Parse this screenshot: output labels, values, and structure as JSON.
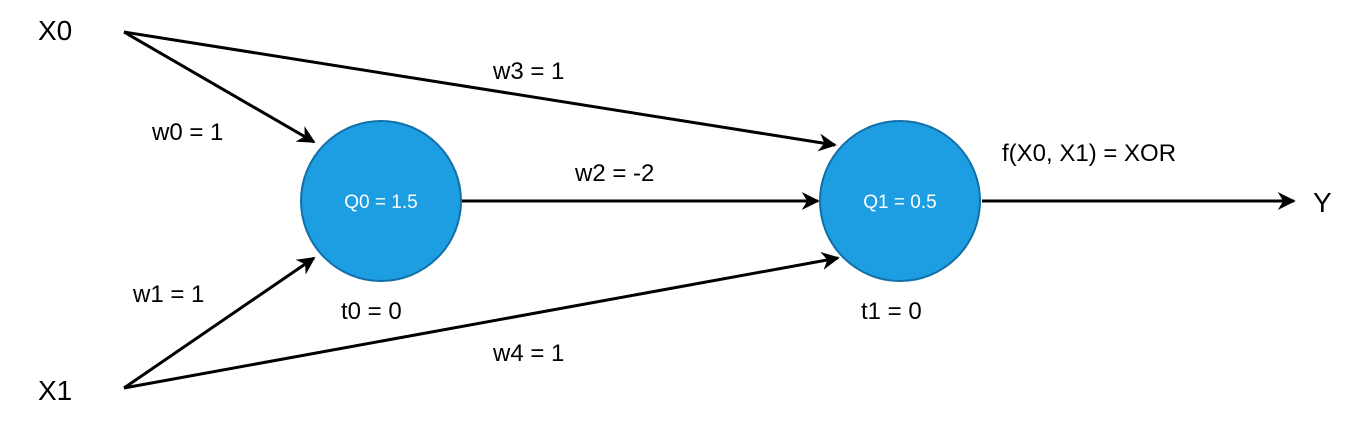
{
  "diagram": {
    "inputs": {
      "x0": "X0",
      "x1": "X1"
    },
    "output": "Y",
    "function_label": "f(X0, X1) = XOR",
    "nodes": {
      "q0": {
        "label": "Q0 = 1.5",
        "threshold_label": "t0 = 0"
      },
      "q1": {
        "label": "Q1 = 0.5",
        "threshold_label": "t1 = 0"
      }
    },
    "weights": {
      "w0": "w0 = 1",
      "w1": "w1 = 1",
      "w2": "w2 = -2",
      "w3": "w3 = 1",
      "w4": "w4 = 1"
    },
    "colors": {
      "node_fill": "#1d9de2",
      "node_stroke": "#136fa7",
      "edge": "#000000"
    }
  }
}
